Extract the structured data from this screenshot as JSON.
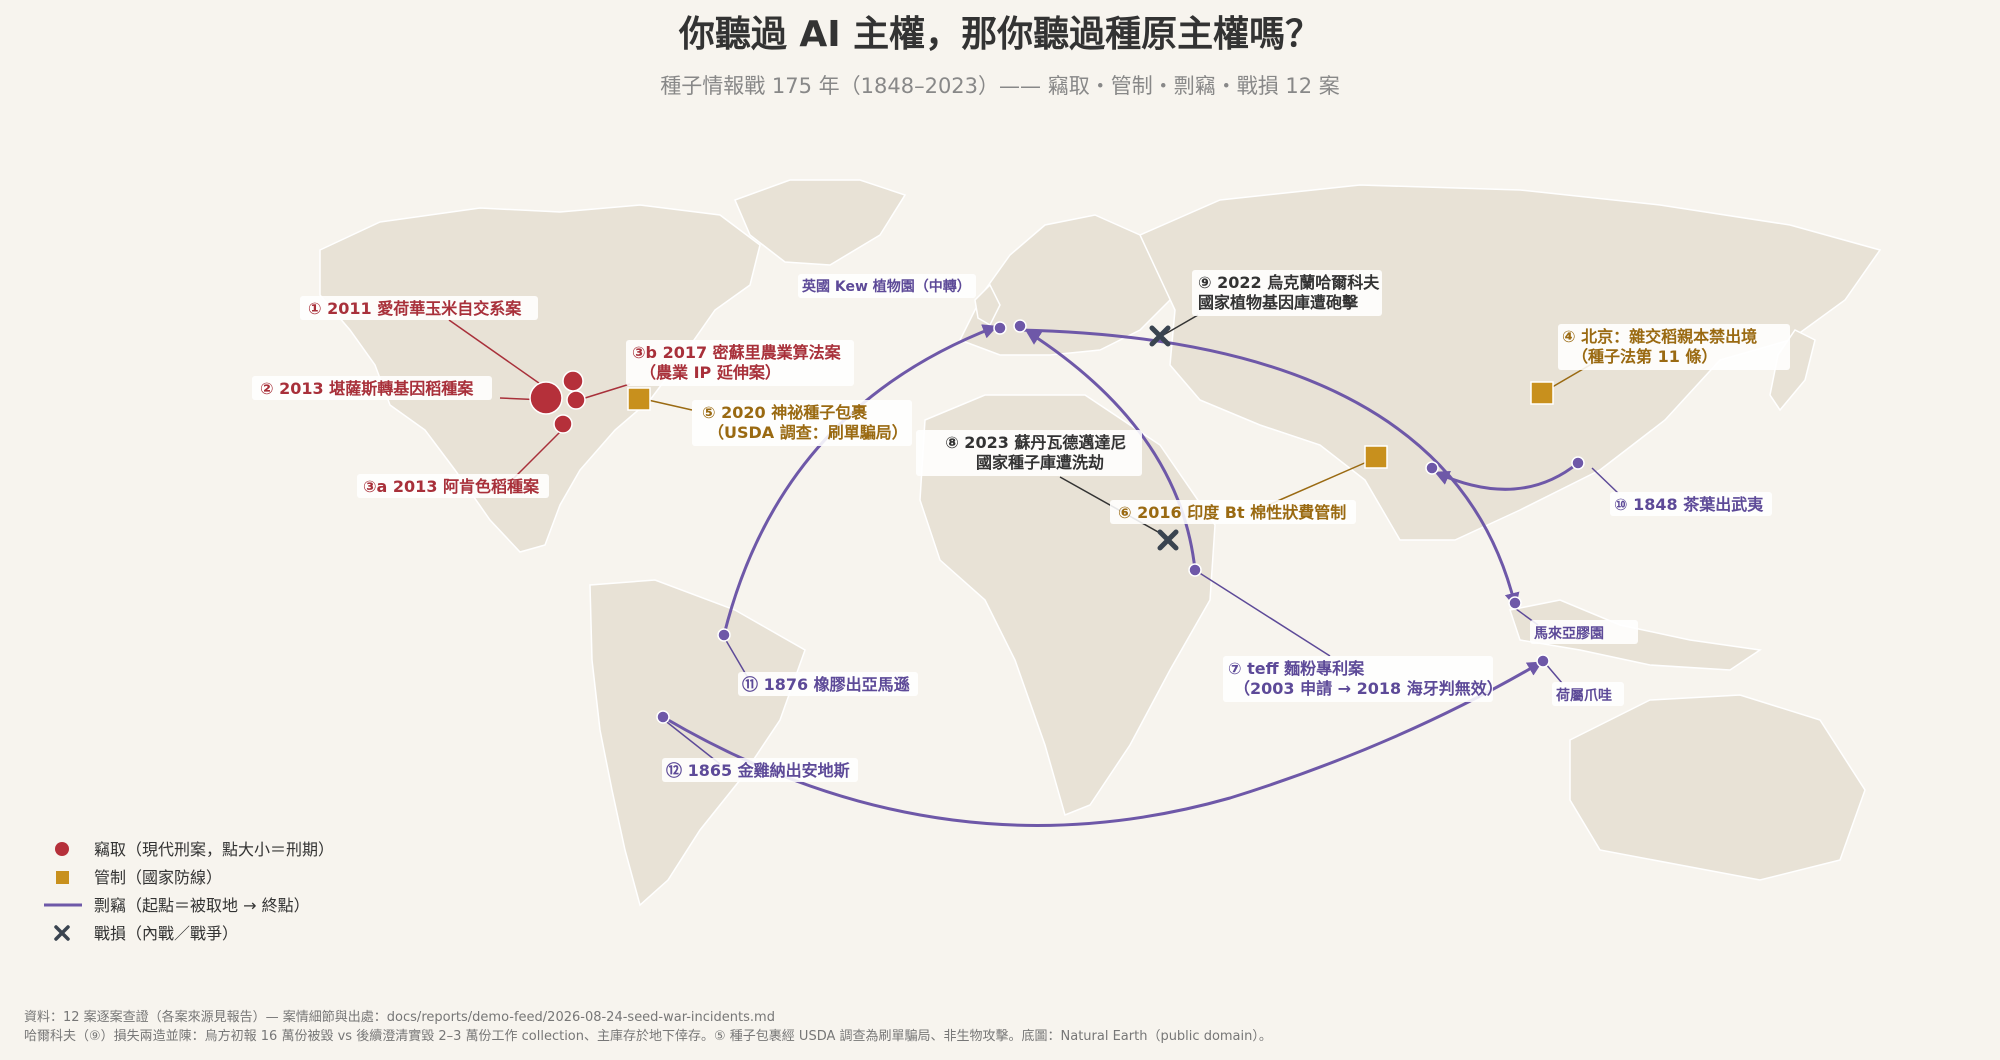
{
  "title": "你聽過 AI 主權，那你聽過種原主權嗎？",
  "subtitle": "種子情報戰 175 年（1848–2023）—— 竊取・管制・剽竊・戰損 12 案",
  "colors": {
    "theft": "#b5303a",
    "control": "#c8901d",
    "piracy": "#6e58a8",
    "loss": "#3a4450",
    "land": "#e8e2d6",
    "background": "#f7f4ee"
  },
  "events": {
    "e1": {
      "label": "① 2011 愛荷華玉米自交系案"
    },
    "e2": {
      "label": "② 2013 堪薩斯轉基因稻種案"
    },
    "e3a": {
      "label": "③a 2013 阿肯色稻種案"
    },
    "e3b": {
      "label": [
        "③b 2017 密蘇里農業算法案",
        "（農業 IP 延伸案）"
      ]
    },
    "e4": {
      "label": [
        "④ 北京：雜交稻親本禁出境",
        "（種子法第 11 條）"
      ]
    },
    "e5": {
      "label": [
        "⑤ 2020 神祕種子包裹",
        "（USDA 調查：刷單騙局）"
      ]
    },
    "e6": {
      "label": "⑥ 2016 印度 Bt 棉性狀費管制"
    },
    "e7": {
      "label": [
        "⑦ teff 麵粉專利案",
        "（2003 申請 → 2018 海牙判無效）"
      ]
    },
    "e8": {
      "label": [
        "⑧ 2023 蘇丹瓦德邁達尼",
        "國家種子庫遭洗劫"
      ]
    },
    "e9": {
      "label": [
        "⑨ 2022 烏克蘭哈爾科夫",
        "國家植物基因庫遭砲擊"
      ]
    },
    "e10": {
      "label": "⑩ 1848 茶葉出武夷"
    },
    "e11": {
      "label": "⑪ 1876 橡膠出亞馬遜"
    },
    "e12": {
      "label": "⑫ 1865 金雞納出安地斯"
    }
  },
  "places": {
    "kew": "英國 Kew 植物園（中轉）",
    "malaya": "馬來亞膠園",
    "java": "荷屬爪哇"
  },
  "legend": [
    {
      "symbol": "circle",
      "label": "竊取（現代刑案，點大小＝刑期）"
    },
    {
      "symbol": "square",
      "label": "管制（國家防線）"
    },
    {
      "symbol": "line",
      "label": "剽竊（起點＝被取地 → 終點）"
    },
    {
      "symbol": "cross",
      "label": "戰損（內戰／戰爭）"
    }
  ],
  "footer": [
    "資料：12 案逐案查證（各案來源見報告）— 案情細節與出處：docs/reports/demo-feed/2026-08-24-seed-war-incidents.md",
    "哈爾科夫（⑨）損失兩造並陳：烏方初報 16 萬份被毀 vs 後續澄清實毀 2–3 萬份工作 collection、主庫存於地下倖存。⑤ 種子包裹經 USDA 調查為刷單騙局、非生物攻擊。底圖：Natural Earth（public domain）。"
  ]
}
